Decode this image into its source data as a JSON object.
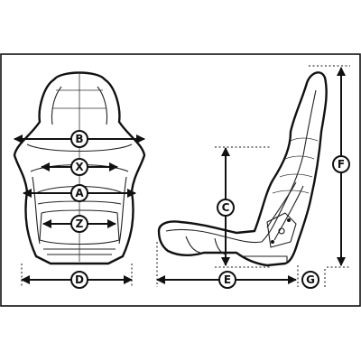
{
  "labels": {
    "b": "B",
    "x": "X",
    "a": "A",
    "z": "Z",
    "d": "D",
    "c": "C",
    "e": "E",
    "f": "F",
    "g": "G"
  },
  "colors": {
    "line": "#111111",
    "background": "#ffffff"
  }
}
